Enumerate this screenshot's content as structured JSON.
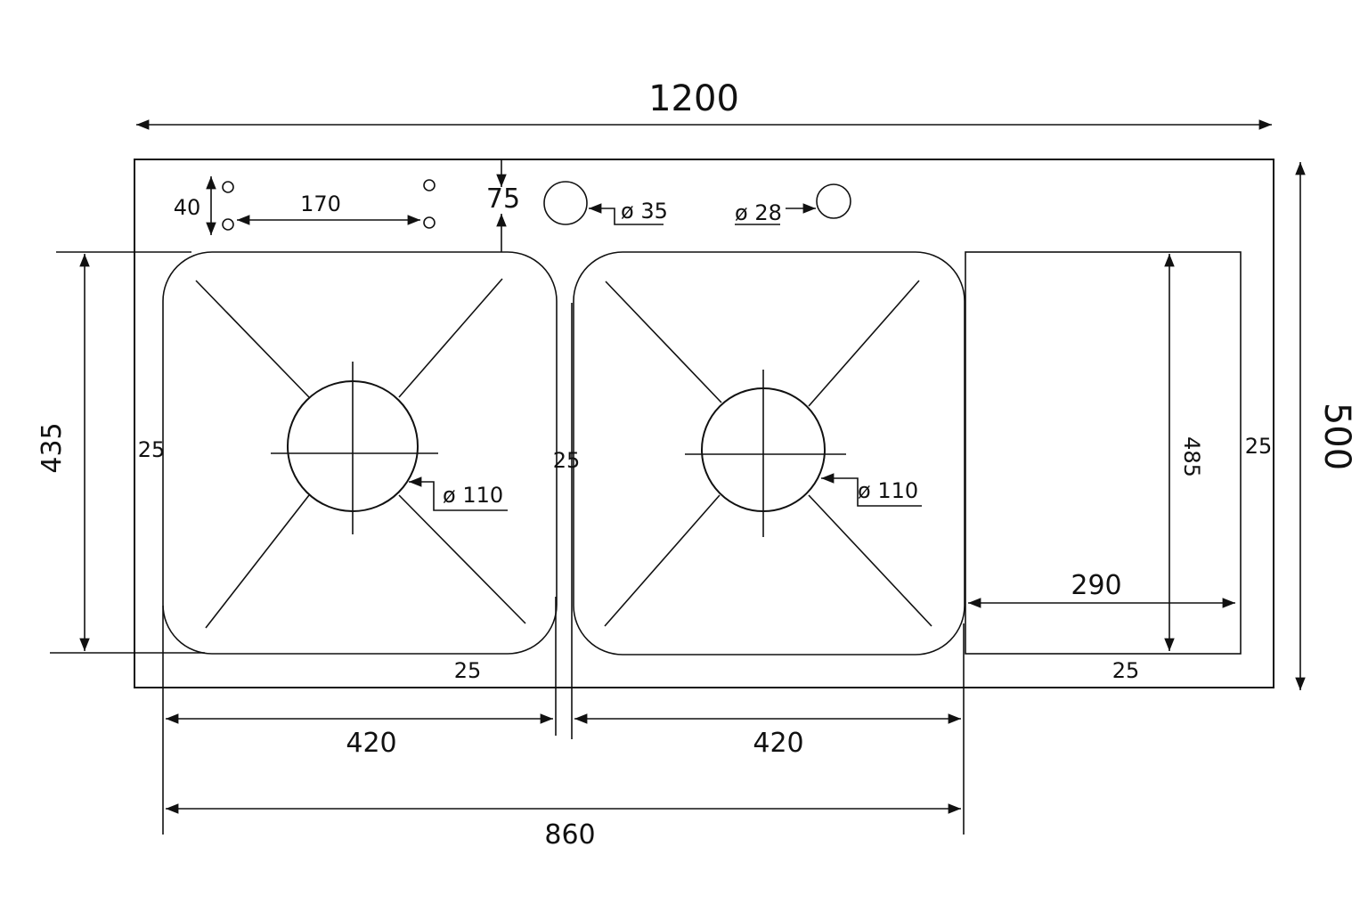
{
  "drawing": {
    "overall_width": "1200",
    "overall_depth": "500",
    "tap_hole_spacing_vertical": "40",
    "tap_hole_spacing_horizontal": "170",
    "back_edge_offset": "75",
    "hole_large": "ø 35",
    "hole_small": "ø 28",
    "bowl_depth": "435",
    "left_margin": "25",
    "bowl_gap": "25",
    "front_margin_bowl": "25",
    "right_margin": "25",
    "front_margin_drainboard": "25",
    "drain_left": "ø 110",
    "drain_right": "ø 110",
    "drainboard_depth": "485",
    "drainboard_width": "290",
    "bowl_left_width": "420",
    "bowl_right_width": "420",
    "bowls_total_width": "860"
  },
  "colors": {
    "line": "#111111",
    "background": "#ffffff"
  }
}
